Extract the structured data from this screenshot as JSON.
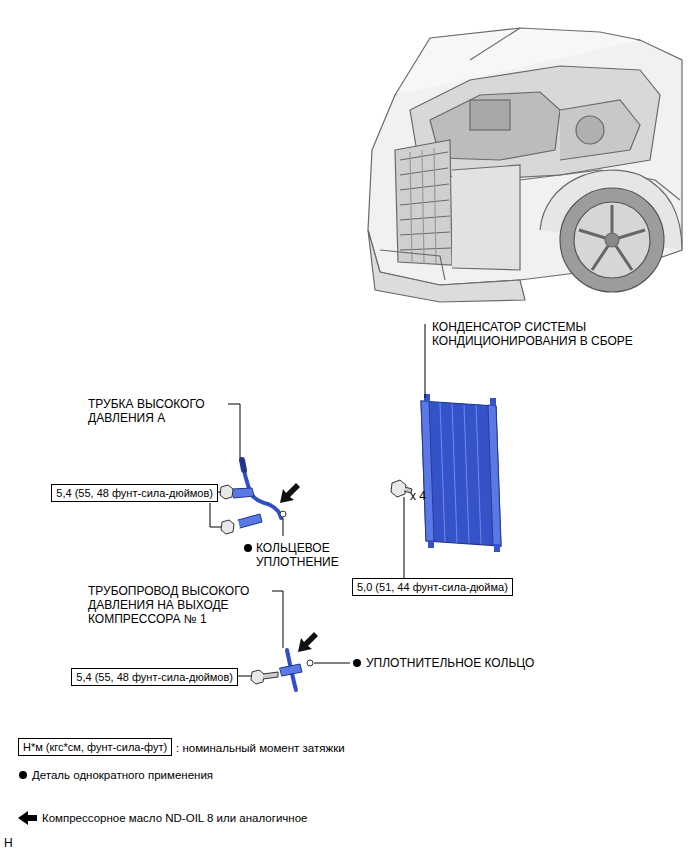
{
  "diagram": {
    "nodes": [
      {
        "text": [
          "5,4 (55, 48 фунт-сила-дюймов)"
        ]
      },
      {
        "text": [
          "5,0 (51, 44 фунт-сила-дюйма)"
        ]
      },
      {
        "text": [
          "5,4 (55, 48 фунт-сила-дюймов)"
        ]
      },
      {
        "text": [
          "Н*м (кгс*см, фунт-сила-фут)"
        ]
      }
    ],
    "labels": [
      "КОНДЕНСАТОР СИСТЕМЫ КОНДИЦИОНИРОВАНИЯ В СБОРЕ",
      "ТРУБКА ВЫСОКОГО ДАВЛЕНИЯ A",
      "x 4",
      "КОЛЬЦЕВОЕ УПЛОТНЕНИЕ",
      "ТРУБОПРОВОД ВЫСОКОГО ДАВЛЕНИЯ НА ВЫХОДЕ КОМПРЕССОРА № 1",
      "УПЛОТНИТЕЛЬНОЕ КОЛЬЦО",
      "H"
    ],
    "legend": [
      {
        "text": ": номинальный момент затяжки"
      },
      {
        "text": "Деталь однократного применения"
      },
      {
        "text": "Компрессорное масло ND-OIL 8 или аналогичное"
      }
    ]
  }
}
